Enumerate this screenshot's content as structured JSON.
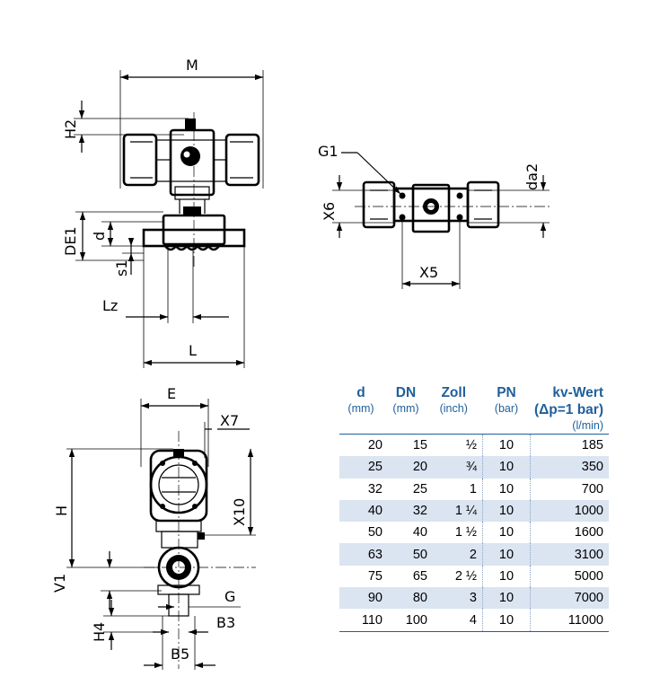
{
  "dimension_labels": {
    "M": "M",
    "H2": "H2",
    "DE1": "DE1",
    "d": "d",
    "s1": "s1",
    "Lz": "Lz",
    "L": "L",
    "G1": "G1",
    "X6": "X6",
    "da2": "da2",
    "X5": "X5",
    "E": "E",
    "X7": "X7",
    "H": "H",
    "X10": "X10",
    "V1": "V1",
    "G": "G",
    "H4": "H4",
    "B3": "B3",
    "B5": "B5"
  },
  "table": {
    "headers": [
      {
        "name": "d",
        "unit": "(mm)"
      },
      {
        "name": "DN",
        "unit": "(mm)"
      },
      {
        "name": "Zoll",
        "unit": "(inch)"
      },
      {
        "name": "PN",
        "unit": "(bar)"
      },
      {
        "name": "kv-Wert",
        "name2": "(Δp=1 bar)",
        "unit": "(l/min)"
      }
    ],
    "rows": [
      [
        "20",
        "15",
        "½",
        "10",
        "185"
      ],
      [
        "25",
        "20",
        "¾",
        "10",
        "350"
      ],
      [
        "32",
        "25",
        "1",
        "10",
        "700"
      ],
      [
        "40",
        "32",
        "1 ¼",
        "10",
        "1000"
      ],
      [
        "50",
        "40",
        "1 ½",
        "10",
        "1600"
      ],
      [
        "63",
        "50",
        "2",
        "10",
        "3100"
      ],
      [
        "75",
        "65",
        "2 ½",
        "10",
        "5000"
      ],
      [
        "90",
        "80",
        "3",
        "10",
        "7000"
      ],
      [
        "110",
        "100",
        "4",
        "10",
        "11000"
      ]
    ]
  },
  "colors": {
    "header_blue": "#1f5f9b",
    "row_band": "#dbe4f1"
  }
}
